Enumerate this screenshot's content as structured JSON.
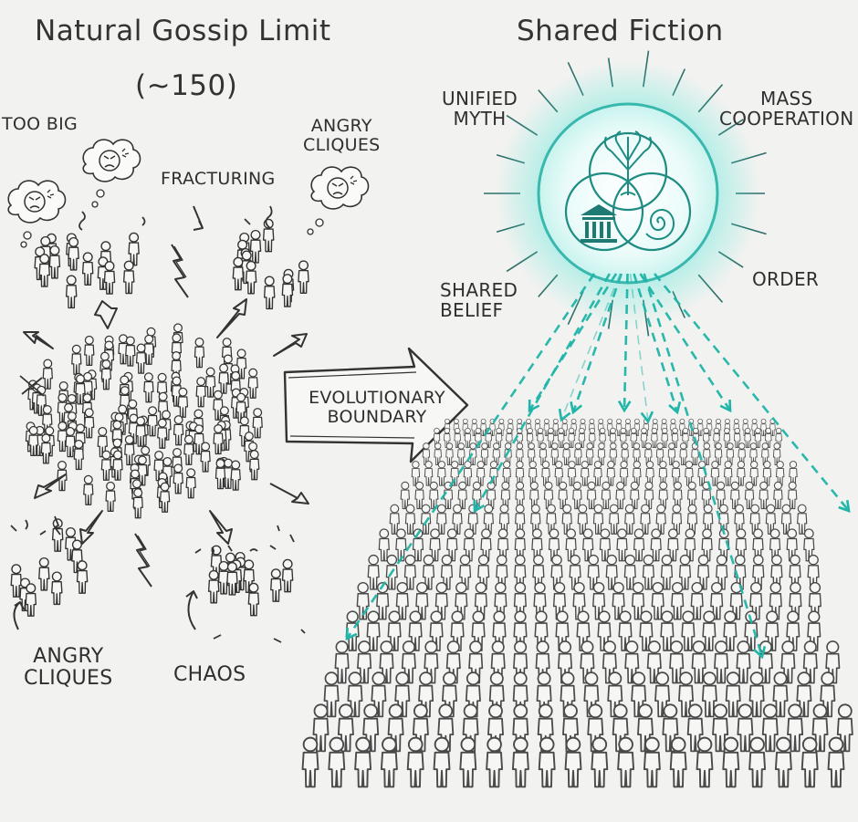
{
  "left": {
    "title": "Natural Gossip Limit",
    "subtitle": "(~150)",
    "labels": {
      "too_big": "TOO BIG",
      "angry_cliques_top": "ANGRY\nCLIQUES",
      "fracturing": "FRACTURING",
      "angry_cliques_bottom": "ANGRY\nCLIQUES",
      "chaos": "CHAOS"
    }
  },
  "center": {
    "arrow_label": "EVOLUTIONARY\nBOUNDARY"
  },
  "right": {
    "title": "Shared Fiction",
    "labels": {
      "unified_myth": "UNIFIED\nMYTH",
      "mass_cooperation": "MASS\nCOOPERATION",
      "shared_belief": "SHARED\nBELIEF",
      "order": "ORDER"
    }
  },
  "colors": {
    "ink": "#2b2b2b",
    "accent": "#1fb5a8",
    "glow": "#3ee6d6",
    "background": "#f2f2f0"
  },
  "icons": [
    "angry-face-icon",
    "tree-icon",
    "temple-icon",
    "spiral-icon",
    "lightning-icon"
  ]
}
